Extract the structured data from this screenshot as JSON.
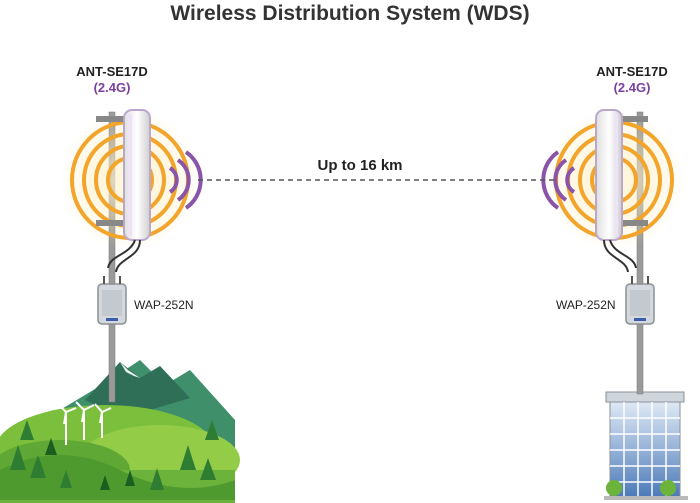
{
  "title": "Wireless Distribution System (WDS)",
  "left_site": {
    "antenna_model": "ANT-SE17D",
    "antenna_band": "(2.4G)",
    "access_point": "WAP-252N"
  },
  "right_site": {
    "antenna_model": "ANT-SE17D",
    "antenna_band": "(2.4G)",
    "access_point": "WAP-252N"
  },
  "link": {
    "distance_label": "Up to 16 km"
  },
  "colors": {
    "band_text": "#7b3fa0",
    "signal_orange": "#f2a52a",
    "signal_purple": "#8a55a8",
    "link_line": "#555555",
    "pole": "#9a9a9a",
    "mountain_dark": "#2f6e57",
    "hill_green": "#7bbf3c",
    "building_glass": "#4a79b8"
  },
  "icons": {
    "antenna": "sector-antenna-icon",
    "access_point": "outdoor-access-point-icon",
    "landscape": "mountain-landscape-icon",
    "building": "office-building-icon",
    "wind_turbine": "wind-turbine-icon"
  }
}
